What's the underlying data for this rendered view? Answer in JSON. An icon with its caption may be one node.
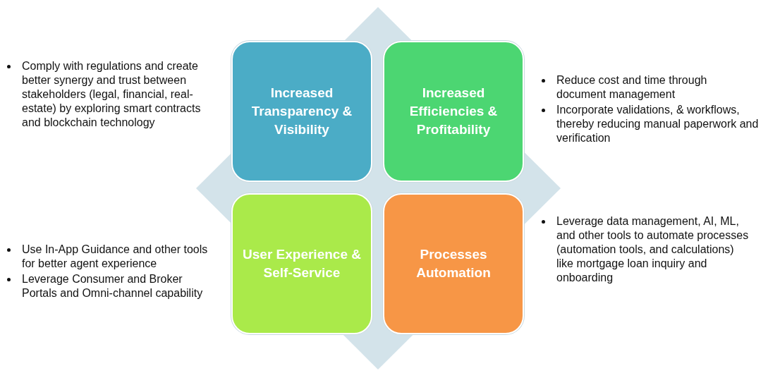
{
  "diagram": {
    "nodes": [
      {
        "text": [
          "Increased Transparency & Visibility"
        ],
        "beside": [
          "Comply with regulations and create better synergy and trust between stakeholders (legal, financial, real-estate) by exploring smart contracts and blockchain technology"
        ]
      },
      {
        "text": [
          "Increased Efficiencies & Profitability"
        ],
        "beside": [
          "Reduce cost and time through document management",
          "Incorporate validations, & workflows, thereby reducing manual paperwork and verification"
        ]
      },
      {
        "text": [
          "User Experience & Self-Service"
        ],
        "beside": [
          "Use In-App Guidance and other tools for better agent experience",
          "Leverage Consumer and Broker Portals and Omni-channel capability"
        ]
      },
      {
        "text": [
          "Processes Automation"
        ],
        "beside": [
          "Leverage data management, AI, ML, and other tools to automate processes (automation tools, and calculations) like mortgage loan inquiry and onboarding"
        ]
      }
    ],
    "edges": []
  }
}
